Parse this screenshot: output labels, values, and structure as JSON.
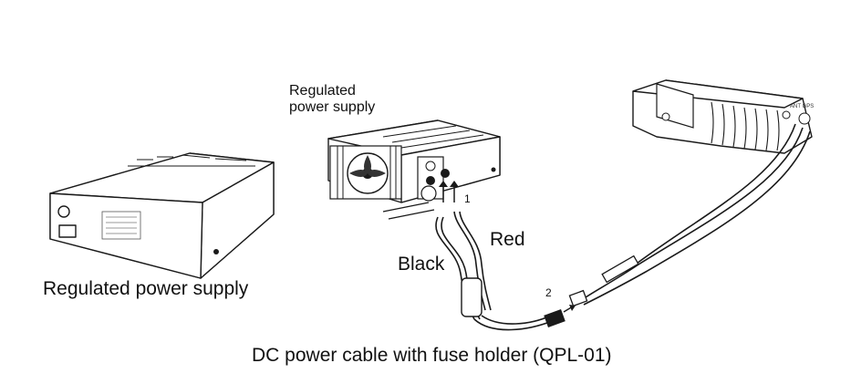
{
  "labels": {
    "left_supply": "Regulated power supply",
    "top_supply_line1": "Regulated",
    "top_supply_line2": "power supply",
    "black_wire": "Black",
    "red_wire": "Red",
    "step_1": "1",
    "step_2": "2",
    "caption": "DC power cable with fuse holder (QPL-01)"
  },
  "colors": {
    "line": "#1a1a1a",
    "background": "#ffffff"
  }
}
